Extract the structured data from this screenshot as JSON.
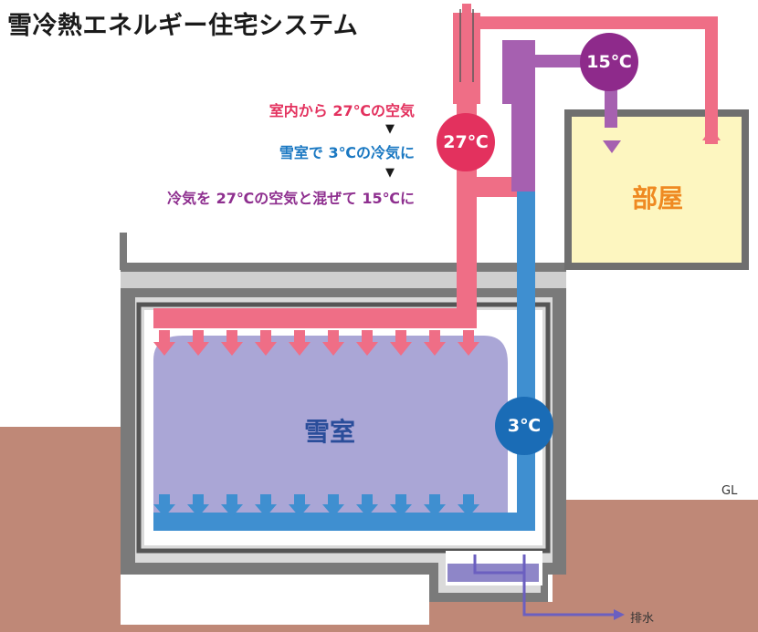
{
  "title": "雪冷熱エネルギー住宅システム",
  "steps": [
    "室内から 27℃の空気",
    "雪室で 3℃の冷気に",
    "冷気を 27℃の空気と混ぜて 15℃に"
  ],
  "step_marker": "▼",
  "badges": {
    "warm": "27℃",
    "mixed": "15℃",
    "cold": "3℃"
  },
  "labels": {
    "room": "部屋",
    "snow_room": "雪室",
    "ground_level": "GL",
    "drain": "排水"
  },
  "colors": {
    "warm_air": "#ef6e86",
    "cold_air": "#3f8fd0",
    "mixed_air": "#a660b0",
    "snow": "#aaa6d6",
    "room_fill": "#fdf6c0",
    "ground": "#bf8877",
    "wall_gray": "#7a7a7a",
    "wall_light": "#d9d9d9"
  }
}
